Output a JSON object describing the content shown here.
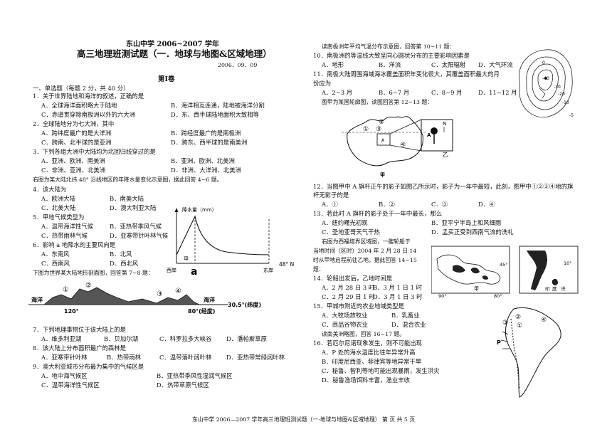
{
  "header": {
    "school": "东山中学 2006~2007 学年",
    "title": "高三地理班测试题（一．地球与地图&区域地理）",
    "date": "2006．09．09",
    "section": "第Ⅰ卷",
    "part": "一、单选题（每题 2 分，共 40 分）"
  },
  "left": {
    "q1": {
      "stem": "1．关于世界陆地和海洋的叙述，正确的是",
      "a": "A．全球海洋面积略大于陆地",
      "b": "B．海洋相互连通，陆地被海洋分割",
      "c": "C．赤道贯穿除南极洲以外的六大洲",
      "d": "D．东、西半球陆地面积大致相等"
    },
    "q2": {
      "stem": "2．全球陆地分为七大洲，其中",
      "a": "A．跨纬度最广的是大洋洲",
      "b": "B．跨经度最广的是南极洲",
      "c": "C．跨南、北半球的是亚洲",
      "d": "D．跨东、西半球的是南美洲"
    },
    "q3": {
      "stem": "3．下列各组大洲中大陆均为北回归线穿过的是",
      "a": "A．亚洲、欧洲、南美洲",
      "b": "B．亚洲、欧洲、北美洲",
      "c": "C．非洲、亚洲、北美洲",
      "d": "D．非洲、大洋洲、北美洲"
    },
    "intro4": "右图为某大陆北纬 48° 沿线地区的年降水量变化示意图，据此回答 4~6 题。",
    "q4": {
      "stem": "4．该大陆为",
      "a": "A．欧洲大陆",
      "b": "B．南美大陆",
      "c": "C．北美大陆",
      "d": "D．澳大利亚大陆"
    },
    "q5": {
      "stem": "5．甲地气候类型为",
      "a": "A．温带海洋性气候",
      "b": "B．亚热带季风气候",
      "c": "C．热带雨林气候",
      "d": "D．亚寒带针叶林气候"
    },
    "q6": {
      "stem": "6．影响 a 地降水的主要风向是",
      "a": "A．东南风",
      "b": "B．北风",
      "c": "C．西南风",
      "d": "D．西北风"
    },
    "intro7": "下图为世界某大陆地形剖面图，回答第 7~8 题：",
    "q7": {
      "stem": "7．下列地理事物位于该大陆上的是",
      "a": "A．维多利亚湖",
      "b": "B．贝加尔湖",
      "c": "C．科罗拉多大峡谷",
      "d": "D．潘帕斯草原"
    },
    "q8": {
      "stem": "8．该大陆上分布面积最广的森林是",
      "a": "A．亚寒带针叶林",
      "b": "B．热带雨林",
      "c": "C．温带落叶阔叶林",
      "d": "D．亚热带常绿阔叶林"
    },
    "q9": {
      "stem": "9．澳大利亚城市分布最为集中的气候区是",
      "a": "A．地中海气候区",
      "b": "B．亚热带季风性湿润气候区",
      "c": "C．温带海洋性气候区",
      "d": "D．热带草原气候区"
    }
  },
  "right": {
    "intro10": "读南极洲年平均气温分布示意图，回答第 10~11 题：",
    "q10": {
      "stem": "10．南极洲的等温线大致呈同心圆状分布的主要影响因素是",
      "a": "A．地形",
      "b": "B．洋流",
      "c": "C．太阳辐射",
      "d": "D．大气环流"
    },
    "q11": {
      "stem": "11．南极大陆周围海域海冰覆盖面积年变化很大，其覆盖面积最大的月",
      "stem2": "份应为",
      "a": "A．2~3 月",
      "b": "B．6~7 月",
      "c": "C．8~9 月",
      "d": "D．11~12 月"
    },
    "intro12": "图甲为某国轮廓图，读图回答第 12~13 题：",
    "q12": {
      "stem": "12．当图甲中 A 旗杆正午的影子如图乙所示时，影子为一年中最短，此刻，图甲中①②③④地的旗",
      "stem2": "杆无影子的是",
      "a": "A．①",
      "b": "B．②",
      "c": "C．③",
      "d": "D．④"
    },
    "q13": {
      "stem": "13．若此时 A 旗杆的影子处于一年中最长，那么",
      "a": "A．纽约曙光初现",
      "b": "B．亚平宁半岛上和风细雨",
      "c": "C．圣地亚哥天气干热",
      "d": "D．孟买正受到西南气流的洗礼"
    },
    "intro14": [
      "右图为西福塔界区域图，一艘轮船于",
      "当地时间（区时）2004 年 2 月 28 日 14",
      "时从甲地启程前往乙地。据此回答 14~15",
      "题："
    ],
    "q14": {
      "stem": "14．轮船出发后，乙地时间是",
      "a": "A．2 月 28 日 3 时",
      "b": "B．3 月 1 日 1 时",
      "c": "C．2 月 29 日 1 时",
      "d": "D．3 月 1 日 3 时"
    },
    "q15": {
      "stem": "15．甲城市附近的农业地域类型是",
      "a": "A．大牧场放牧业",
      "b": "B．乳畜业",
      "c": "C．商品谷物农业",
      "d": "D．混合农业"
    },
    "intro16": "读南美洲略图，回答 16~17 题。",
    "q16": {
      "stem": "16．若厄尔尼诺现象发生，则不可能出现",
      "a": "A．P 处的海水温度比往年异常升高",
      "b": "B．印度尼西亚、菲律宾等地异常干旱",
      "c": "C．秘鲁、智利等地可能出现暴雨，发生洪灾",
      "d": "D．秘鲁渔场饵料丰富，渔业丰收"
    }
  },
  "figures": {
    "precip": {
      "ylabel": "降水量（mm）",
      "jia": "甲",
      "a": "a",
      "west": "西岸",
      "east": "东岸",
      "lat": "48° N"
    },
    "profile": {
      "sea_left": "海洋",
      "sea_right": "海洋",
      "lat": "30.5°(纬度)",
      "lon1": "120°",
      "lon2": "80°(经度)",
      "n1": "①",
      "n2": "②",
      "n3": "③",
      "n4": "④"
    },
    "antarctic": {
      "n30": "-30",
      "n20": "-20",
      "n10": "-10",
      "n40": "-40",
      "n5": "-5",
      "zero": "0"
    },
    "australia": {
      "jia": "甲",
      "yi": "乙",
      "A": "A",
      "N": "N",
      "n1": "①",
      "n2": "②",
      "n3": "③",
      "n4": "④"
    },
    "datemap": {
      "deg45": "45°",
      "deg10": "10°",
      "lon90": "90°",
      "lon80": "80°",
      "jia": "甲",
      "yin": "印",
      "du": "度",
      "yang": "洋"
    },
    "samerica": {
      "P": "P",
      "n1": "①",
      "n2": "②",
      "n3": "③",
      "n4": "④"
    }
  },
  "footer": {
    "text": "东山中学 2006—2007 学年高三地理班测试题（一·地球与地图&区域地理）    第   页  共 5 页"
  }
}
